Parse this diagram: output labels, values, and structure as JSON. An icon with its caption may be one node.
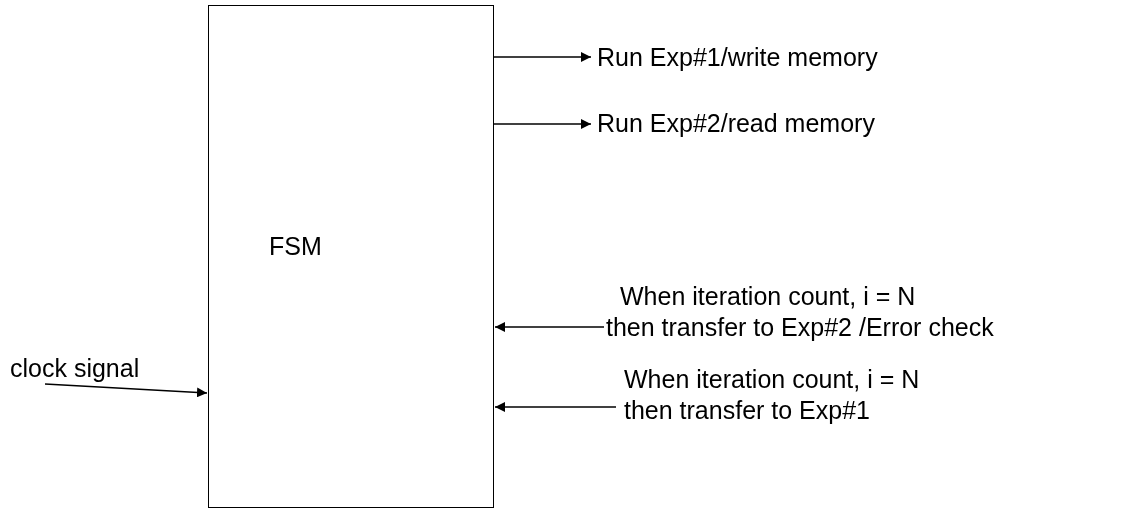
{
  "diagram": {
    "nodes": [
      {
        "text": [
          "FSM"
        ]
      },
      {
        "text": [
          "Run Exp#1/write memory"
        ]
      },
      {
        "text": [
          "Run Exp#2/read memory"
        ]
      },
      {
        "text": [
          "When iteration count, i = N then transfer to Exp#2 /Error check"
        ]
      },
      {
        "text": [
          "When iteration count, i = N then transfer to Exp#1"
        ]
      },
      {
        "text": [
          "clock signal"
        ]
      }
    ],
    "edges": [
      {
        "from": 0,
        "to": 1,
        "arrow": "to"
      },
      {
        "from": 0,
        "to": 2,
        "arrow": "to"
      },
      {
        "from": 3,
        "to": 0,
        "arrow": "to"
      },
      {
        "from": 4,
        "to": 0,
        "arrow": "to"
      },
      {
        "from": 5,
        "to": 0,
        "arrow": "to"
      }
    ]
  }
}
